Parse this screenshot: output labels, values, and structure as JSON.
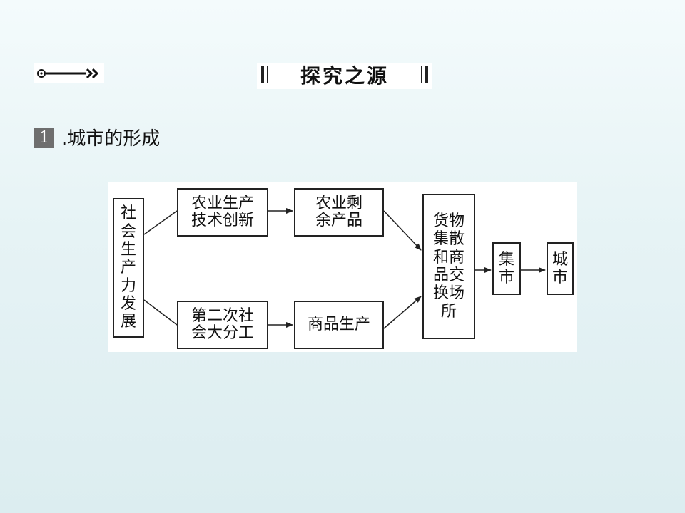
{
  "section": {
    "title": "探究之源"
  },
  "heading": {
    "number": "1",
    "text": ".城市的形成"
  },
  "diagram": {
    "nodes": {
      "social": "社\n会\n生\n产\n力\n发\n展",
      "agri_tech": "农业生产\n技术创新",
      "agri_surplus": "农业剩\n余产品",
      "division": "第二次社\n会大分工",
      "commodity": "商品生产",
      "exchange": "货物\n集散\n和商\n品交\n换场\n所",
      "market": "集\n市",
      "city": "城\n市"
    }
  }
}
